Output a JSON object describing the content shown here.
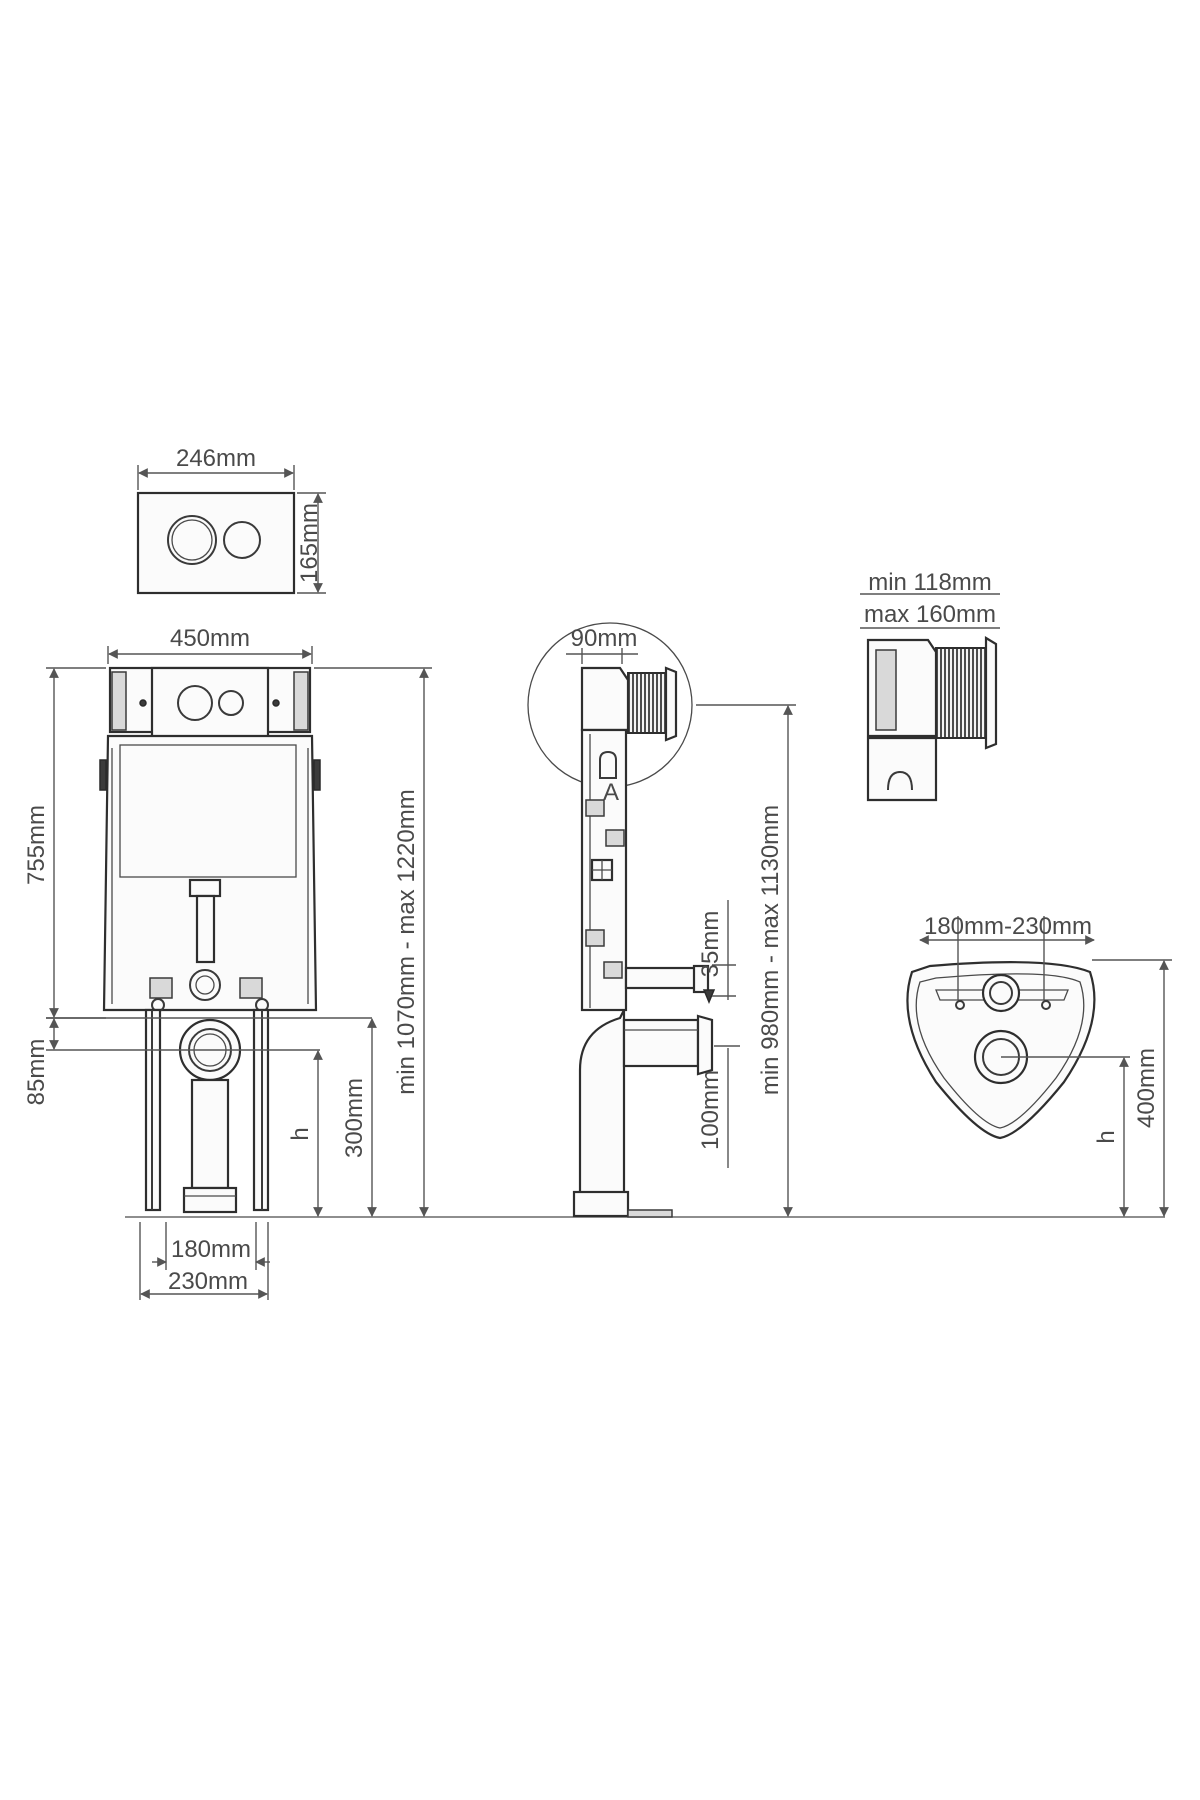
{
  "flush_plate": {
    "width_label": "246mm",
    "height_label": "165mm"
  },
  "front_view": {
    "width_label": "450mm",
    "cistern_height_label": "755mm",
    "offset_label": "85mm",
    "height_symbol": "h",
    "outlet_height_label": "300mm",
    "total_height_label": "min 1070mm - max 1220mm",
    "leg_inner_label": "180mm",
    "leg_outer_label": "230mm"
  },
  "side_view": {
    "detail_width_label": "90mm",
    "marker_label": "A",
    "inlet_offset_label": "35mm",
    "outlet_offset_label": "100mm",
    "total_height_label": "min 980mm - max 1130mm"
  },
  "button_detail": {
    "min_label": "min 118mm",
    "max_label": "max 160mm"
  },
  "toilet_bowl": {
    "bolt_spacing_label": "180mm-230mm",
    "height_symbol": "h",
    "height_label": "400mm"
  }
}
